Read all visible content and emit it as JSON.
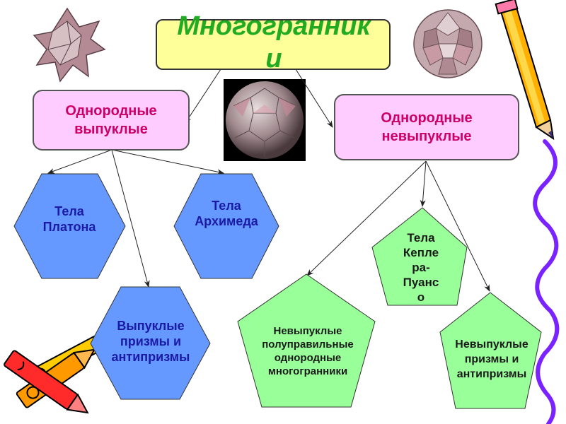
{
  "title": "Многогранник\nи",
  "nodes": {
    "convex": "Однородные\nвыпуклые",
    "nonconvex": "Однородные\nневыпуклые",
    "platonic": "Тела\nПлатона",
    "archimedean": "Тела\nАрхимеда",
    "convex_prisms": "Выпуклые\nпризмы и\nантипризмы",
    "kepler_poinsot": "Тела\nКепле\nра-\nПуанс\nо",
    "nonconvex_semiregular": "Невыпуклые\nполуправильные\nоднородные\nмногогранники",
    "nonconvex_prisms": "Невыпуклые\nпризмы и\nантипризмы"
  },
  "colors": {
    "title_fill": "#ffff99",
    "title_text": "#22aa22",
    "category_fill": "#ffccff",
    "category_text": "#cc0066",
    "hexagon_fill": "#6699ff",
    "hexagon_text": "#1a1aa6",
    "pentagon_fill": "#99ff99"
  },
  "images": [
    "stellated-polyhedron-icon",
    "snub-polyhedron-icon",
    "polyhedron-sphere-photo",
    "pencil-icon",
    "crayons-icon"
  ]
}
